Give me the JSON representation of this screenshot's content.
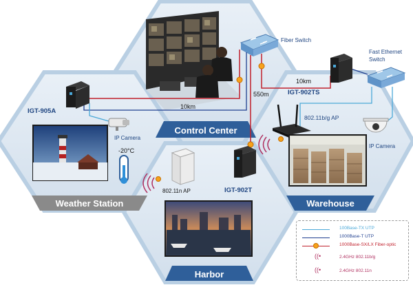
{
  "regions": {
    "control_center": "Control Center",
    "weather_station": "Weather Station",
    "harbor": "Harbor",
    "warehouse": "Warehouse"
  },
  "devices": {
    "fiber_switch": "Fiber Switch",
    "fast_ethernet_switch_line1": "Fast Ethernet",
    "fast_ethernet_switch_line2": "Switch",
    "igt_905a": "IGT-905A",
    "igt_902ts": "IGT-902TS",
    "igt_902t": "IGT-902T",
    "ip_camera_weather": "IP Camera",
    "ip_camera_warehouse": "IP Camera",
    "ap_80211n": "802.11n AP",
    "ap_80211bg": "802.11b/g AP",
    "thermometer": "-20°C"
  },
  "distances": {
    "d_10km_left": "10km",
    "d_10km_right": "10km",
    "d_550m": "550m"
  },
  "legend": [
    {
      "label": "100Base-TX UTP",
      "color": "#4aa8d8",
      "kind": "line"
    },
    {
      "label": "1000Base-T UTP",
      "color": "#1f3f8f",
      "kind": "line"
    },
    {
      "label": "1000Base-SX/LX Fiber-optic",
      "color": "#c0202c",
      "kind": "fiber"
    },
    {
      "label": "2.4GHz 802.11b/g",
      "color": "#b03060",
      "kind": "wifi"
    },
    {
      "label": "2.4GHz 802.11n",
      "color": "#b03060",
      "kind": "wifi"
    }
  ],
  "colors": {
    "hex_fill": "#dde8f2",
    "hex_border": "#b9cfe3",
    "region_blue": "#2f5f9a",
    "region_gray": "#8a8a8a",
    "fiber": "#c0202c",
    "utp_gigabit": "#1f3f8f",
    "utp_fast": "#4aa8d8",
    "device_label": "#1e4480"
  }
}
